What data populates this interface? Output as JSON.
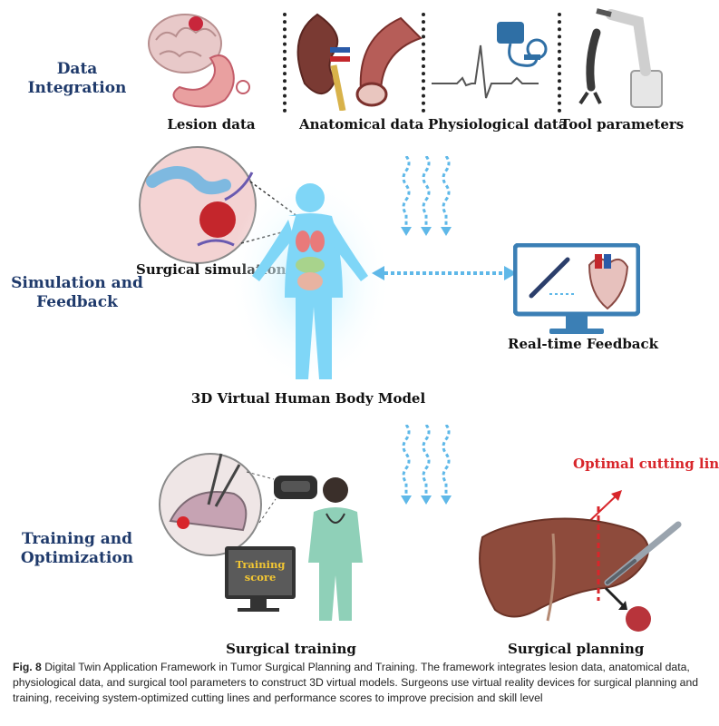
{
  "rows": {
    "data_integration": "Data Integration",
    "simulation_line1": "Simulation and",
    "simulation_line2": "Feedback",
    "training_line1": "Training and",
    "training_line2": "Optimization"
  },
  "panels": {
    "lesion": "Lesion data",
    "anatomical": "Anatomical data",
    "physiological": "Physiological data",
    "tool": "Tool parameters",
    "surgical_simulation": "Surgical simulation",
    "realtime_feedback": "Real-time Feedback",
    "body_model": "3D Virtual Human Body Model",
    "training_score_line1": "Training",
    "training_score_line2": "score",
    "optimal_cutting_line": "Optimal cutting line",
    "surgical_training": "Surgical training",
    "surgical_planning": "Surgical planning"
  },
  "caption": {
    "label": "Fig. 8",
    "text": "Digital Twin Application Framework in Tumor Surgical Planning and Training. The framework integrates lesion data, anatomical data, physiological data, and surgical tool parameters to construct 3D virtual models. Surgeons use virtual reality devices for surgical planning and training, receiving system-optimized cutting lines and performance scores to improve precision and skill level"
  },
  "colors": {
    "row_label": "#1f3a6b",
    "arrow_blue": "#5fb8e8",
    "body_blue": "#7fd6f7",
    "cutting_red": "#d8262b",
    "liver": "#8e4b3c"
  }
}
